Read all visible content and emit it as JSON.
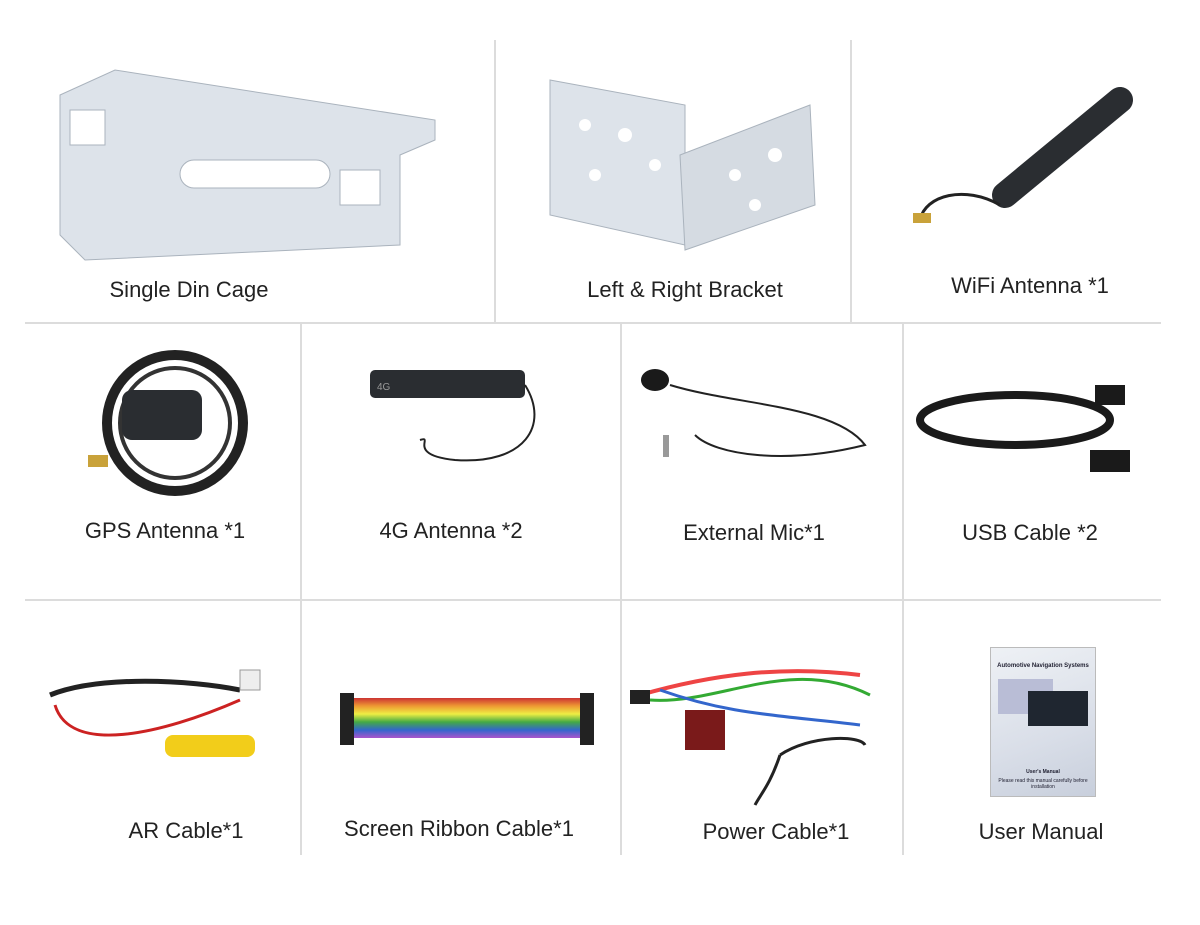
{
  "items": [
    {
      "label": "Single Din Cage"
    },
    {
      "label": "Left & Right Bracket"
    },
    {
      "label": "WiFi Antenna *1"
    },
    {
      "label": "GPS Antenna *1"
    },
    {
      "label": "4G Antenna *2"
    },
    {
      "label": "External Mic*1"
    },
    {
      "label": "USB Cable *2"
    },
    {
      "label": "AR Cable*1"
    },
    {
      "label": "Screen Ribbon Cable*1"
    },
    {
      "label": "Power Cable*1"
    },
    {
      "label": "User Manual"
    }
  ],
  "manual": {
    "title": "Automotive Navigation Systems",
    "subtitle": "User's Manual",
    "note": "Please read this manual carefully before installation"
  },
  "antenna_mark": "4G"
}
